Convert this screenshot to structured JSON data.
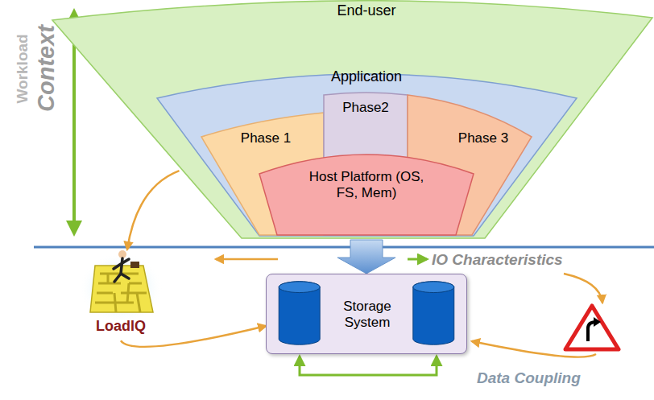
{
  "diagram": {
    "nodes": [
      {
        "text": [
          "End-user"
        ]
      },
      {
        "text": [
          "Application"
        ],
        "in": 0
      },
      {
        "text": [
          "Phase 1"
        ],
        "in": 1
      },
      {
        "text": [
          "Phase2"
        ],
        "in": 1
      },
      {
        "text": [
          "Phase 3"
        ],
        "in": 1
      },
      {
        "text": [
          "Host Platform (OS, FS, Mem)"
        ],
        "in": 1
      },
      {
        "text": [
          "Storage System"
        ]
      },
      {
        "text": [
          "LoadIQ"
        ]
      }
    ],
    "edges": [
      {
        "from": 0,
        "to": 6,
        "arrow": "to"
      },
      {
        "from": 0,
        "to": 7,
        "arrow": "to"
      },
      {
        "from": 7,
        "to": 6,
        "arrow": "to"
      }
    ],
    "labels": [
      "Workload",
      "Context",
      "IO Characteristics",
      "Data Coupling"
    ]
  }
}
